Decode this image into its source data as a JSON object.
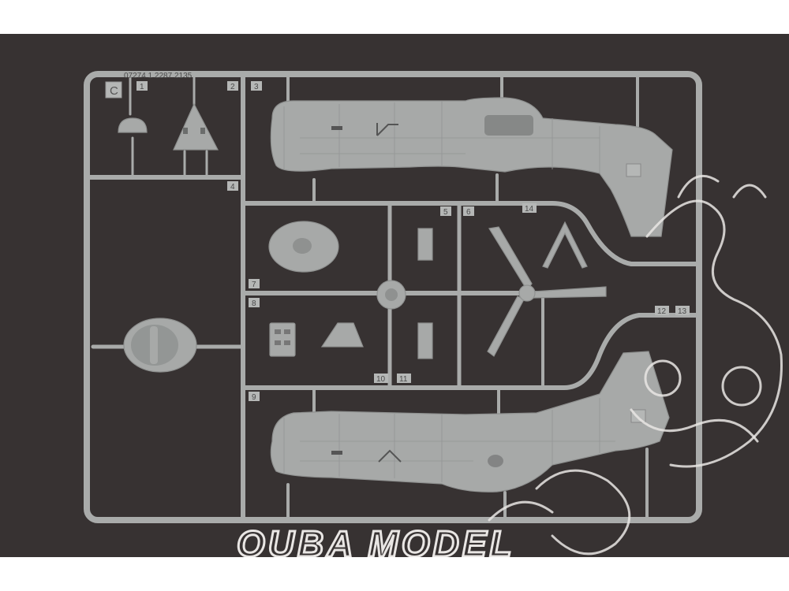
{
  "photo": {
    "subject": "plastic model kit sprue",
    "background_color": "#3a3434",
    "plastic_color": "#a7a9a8"
  },
  "sprue": {
    "frame_letter": "C",
    "frame_code": "07274 1 2287 2135",
    "part_numbers": [
      "1",
      "2",
      "3",
      "4",
      "5",
      "6",
      "7",
      "8",
      "9",
      "10",
      "11",
      "12",
      "13",
      "14"
    ]
  },
  "watermark": {
    "text": "OUBA MODEL"
  }
}
